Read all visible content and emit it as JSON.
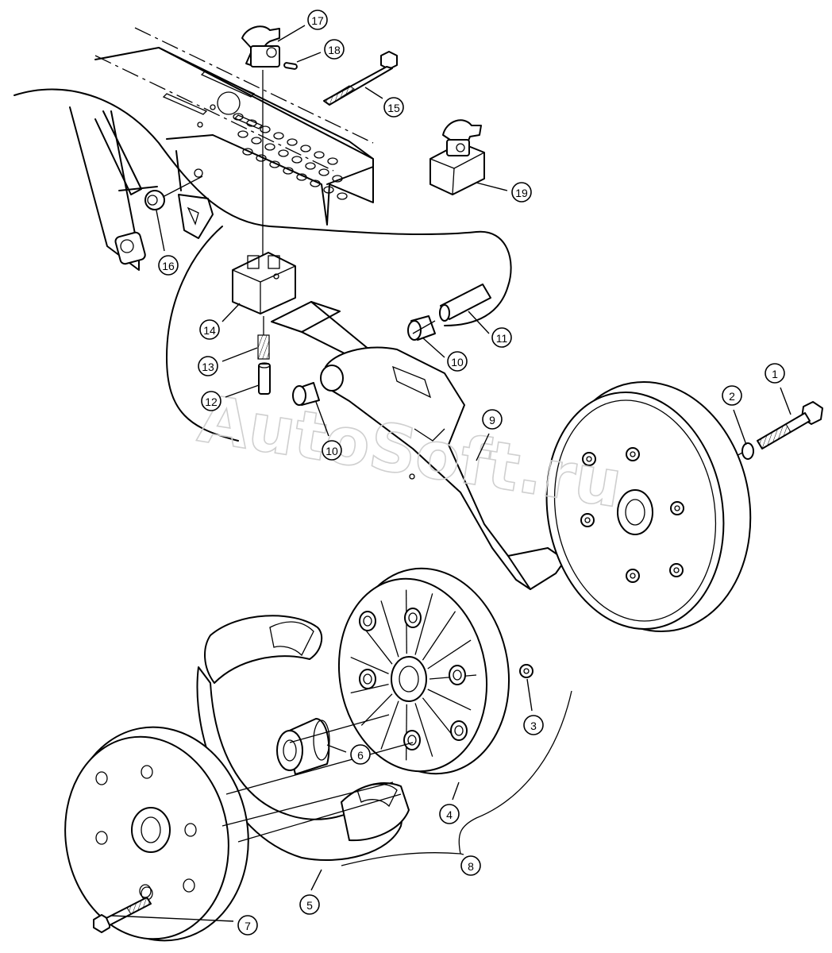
{
  "watermark": "AutoSoft.ru",
  "callouts": [
    {
      "label": "1"
    },
    {
      "label": "2"
    },
    {
      "label": "3"
    },
    {
      "label": "4"
    },
    {
      "label": "5"
    },
    {
      "label": "6"
    },
    {
      "label": "7"
    },
    {
      "label": "8"
    },
    {
      "label": "9"
    },
    {
      "label": "10"
    },
    {
      "label": "10"
    },
    {
      "label": "11"
    },
    {
      "label": "12"
    },
    {
      "label": "13"
    },
    {
      "label": "14"
    },
    {
      "label": "15"
    },
    {
      "label": "16"
    },
    {
      "label": "17"
    },
    {
      "label": "18"
    },
    {
      "label": "19"
    }
  ]
}
